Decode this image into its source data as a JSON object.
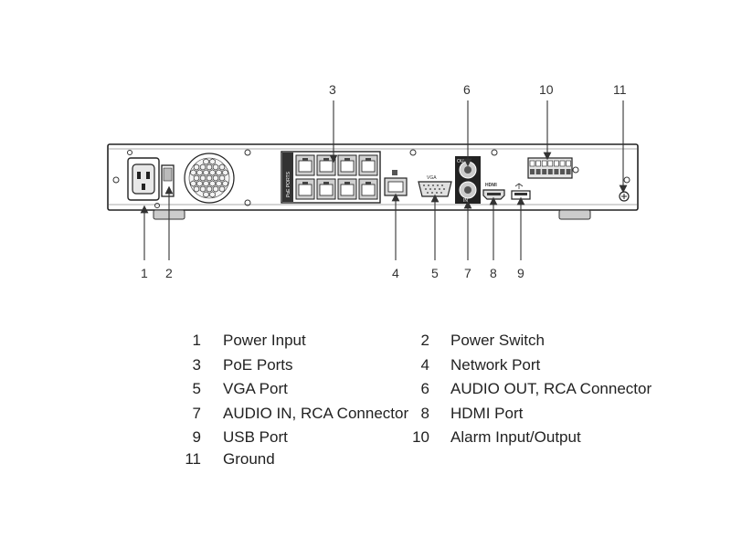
{
  "callouts": [
    "1",
    "2",
    "3",
    "4",
    "5",
    "6",
    "7",
    "8",
    "9",
    "10",
    "11"
  ],
  "panel_labels": {
    "vga": "VGA",
    "hdmi": "HDMI",
    "out": "OUT",
    "in": "IN",
    "poe": "PoE PORTS"
  },
  "legend": [
    {
      "num": "1",
      "label": "Power Input"
    },
    {
      "num": "2",
      "label": "Power Switch"
    },
    {
      "num": "3",
      "label": "PoE Ports"
    },
    {
      "num": "4",
      "label": "Network Port"
    },
    {
      "num": "5",
      "label": "VGA Port"
    },
    {
      "num": "6",
      "label": "AUDIO OUT, RCA Connector"
    },
    {
      "num": "7",
      "label": "AUDIO IN, RCA Connector"
    },
    {
      "num": "8",
      "label": "HDMI Port"
    },
    {
      "num": "9",
      "label": "USB Port"
    },
    {
      "num": "10",
      "label": "Alarm Input/Output"
    },
    {
      "num": "11",
      "label": "Ground"
    }
  ]
}
